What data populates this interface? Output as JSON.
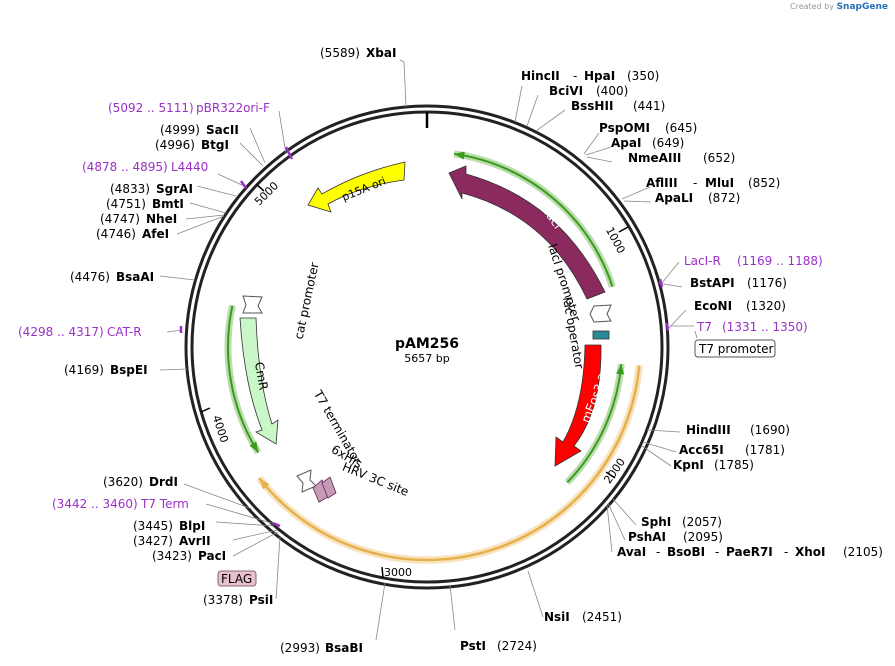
{
  "app": {
    "credit_prefix": "Created by",
    "credit_brand": "SnapGene"
  },
  "plasmid": {
    "name": "pAM256",
    "length": "5657 bp"
  },
  "ticks": [
    "1000",
    "2000",
    "3000",
    "4000",
    "5000"
  ],
  "sites": {
    "xbai": {
      "pos": "(5589)",
      "name": "XbaI"
    },
    "hincii": {
      "name": "HincII",
      "sep": "-",
      "name2": "HpaI",
      "pos": "(350)"
    },
    "bcivi": {
      "name": "BciVI",
      "pos": "(400)"
    },
    "bsshii": {
      "name": "BssHII",
      "pos": "(441)"
    },
    "pspomi": {
      "name": "PspOMI",
      "pos": "(645)"
    },
    "apai": {
      "name": "ApaI",
      "pos": "(649)"
    },
    "nmeaiii": {
      "name": "NmeAIII",
      "pos": "(652)"
    },
    "afliii": {
      "name": "AflIII",
      "sep": "-",
      "name2": "MluI",
      "pos": "(852)"
    },
    "apali": {
      "name": "ApaLI",
      "pos": "(872)"
    },
    "bstapi": {
      "name": "BstAPI",
      "pos": "(1176)"
    },
    "econi": {
      "name": "EcoNI",
      "pos": "(1320)"
    },
    "hindiii": {
      "name": "HindIII",
      "pos": "(1690)"
    },
    "acc65i": {
      "name": "Acc65I",
      "pos": "(1781)"
    },
    "kpni": {
      "name": "KpnI",
      "pos": "(1785)"
    },
    "sphi": {
      "name": "SphI",
      "pos": "(2057)"
    },
    "pshai": {
      "name": "PshAI",
      "pos": "(2095)"
    },
    "avai": {
      "name": "AvaI",
      "sep1": "-",
      "name2": "BsoBI",
      "sep2": "-",
      "name3": "PaeR7I",
      "sep3": "-",
      "name4": "XhoI",
      "pos": "(2105)"
    },
    "nsii": {
      "name": "NsiI",
      "pos": "(2451)"
    },
    "psti": {
      "name": "PstI",
      "pos": "(2724)"
    },
    "bsabi": {
      "pos": "(2993)",
      "name": "BsaBI"
    },
    "psii": {
      "pos": "(3378)",
      "name": "PsiI"
    },
    "paci": {
      "pos": "(3423)",
      "name": "PacI"
    },
    "avrii": {
      "pos": "(3427)",
      "name": "AvrII"
    },
    "blpi": {
      "pos": "(3445)",
      "name": "BlpI"
    },
    "drdi": {
      "pos": "(3620)",
      "name": "DrdI"
    },
    "bspei": {
      "pos": "(4169)",
      "name": "BspEI"
    },
    "bsaai": {
      "pos": "(4476)",
      "name": "BsaAI"
    },
    "afei": {
      "pos": "(4746)",
      "name": "AfeI"
    },
    "nhei": {
      "pos": "(4747)",
      "name": "NheI"
    },
    "bmti": {
      "pos": "(4751)",
      "name": "BmtI"
    },
    "sgrai": {
      "pos": "(4833)",
      "name": "SgrAI"
    },
    "btgi": {
      "pos": "(4996)",
      "name": "BtgI"
    },
    "sacii": {
      "pos": "(4999)",
      "name": "SacII"
    }
  },
  "primers": {
    "pbr322": {
      "range": "(5092 .. 5111)",
      "name": "pBR322ori-F"
    },
    "l4440": {
      "range": "(4878 .. 4895)",
      "name": "L4440"
    },
    "catr": {
      "range": "(4298 .. 4317)",
      "name": "CAT-R"
    },
    "t7term": {
      "range": "(3442 .. 3460)",
      "name": "T7 Term"
    },
    "lacir": {
      "name": "LacI-R",
      "range": "(1169 .. 1188)"
    },
    "t7": {
      "name": "T7",
      "range": "(1331 .. 1350)"
    }
  },
  "features": {
    "p15a": "p15A ori",
    "laci": "lacI",
    "laci_promoter": "lacI promoter",
    "lac_operator": "lac operator",
    "meos": "mEos3.2",
    "cmr": "CmR",
    "cat_promoter": "cat promoter",
    "t7_terminator": "T7 terminator",
    "his": "6xHis",
    "hrv": "HRV 3C site",
    "t7_promoter": "T7 promoter",
    "flag": "FLAG"
  },
  "colors": {
    "backbone": "#222222",
    "p15a": "#ffff00",
    "laci": "#8b2a5e",
    "meos": "#ff0000",
    "cmr": "#c9f7c7",
    "primer": "#9b30c9",
    "orf_green": "#3a9c1a",
    "orf_orange": "#e8b04a"
  }
}
